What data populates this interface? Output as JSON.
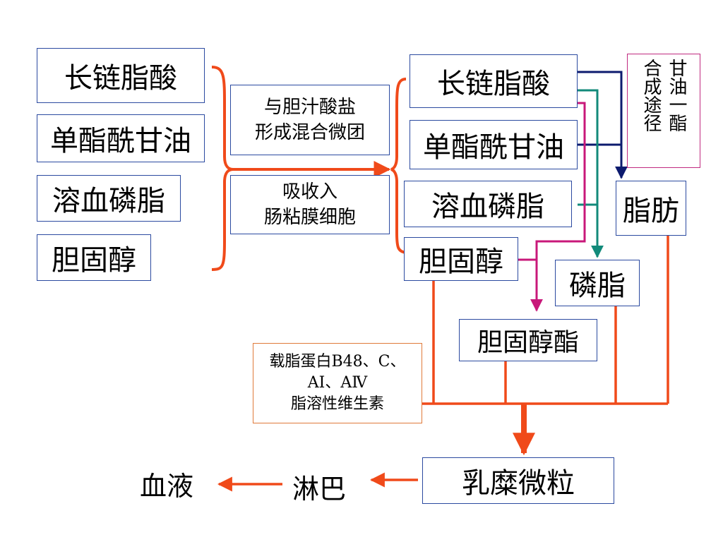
{
  "left_items": [
    "长链脂酸",
    "单酯酰甘油",
    "溶血磷脂",
    "胆固醇"
  ],
  "process_top": [
    "与胆汁酸盐",
    "形成混合微团"
  ],
  "process_bottom": [
    "吸收入",
    "肠粘膜细胞"
  ],
  "right_items": [
    "长链脂酸",
    "单酯酰甘油",
    "溶血磷脂",
    "胆固醇"
  ],
  "pathway_label": [
    "甘油一酯",
    "合成途径"
  ],
  "fat": "脂肪",
  "phospholipid": "磷脂",
  "cholesterol_ester": "胆固醇酯",
  "apoprotein_note": [
    "载脂蛋白B48、C、",
    "AⅠ、AⅣ",
    "脂溶性维生素"
  ],
  "chylomicron": "乳糜微粒",
  "lymph": "淋巴",
  "blood": "血液",
  "colors": {
    "box_border": "#2b4aa0",
    "main_arrow": "#f04a1a",
    "navy": "#0c1a6e",
    "teal": "#128a7a",
    "magenta": "#c8187a"
  }
}
